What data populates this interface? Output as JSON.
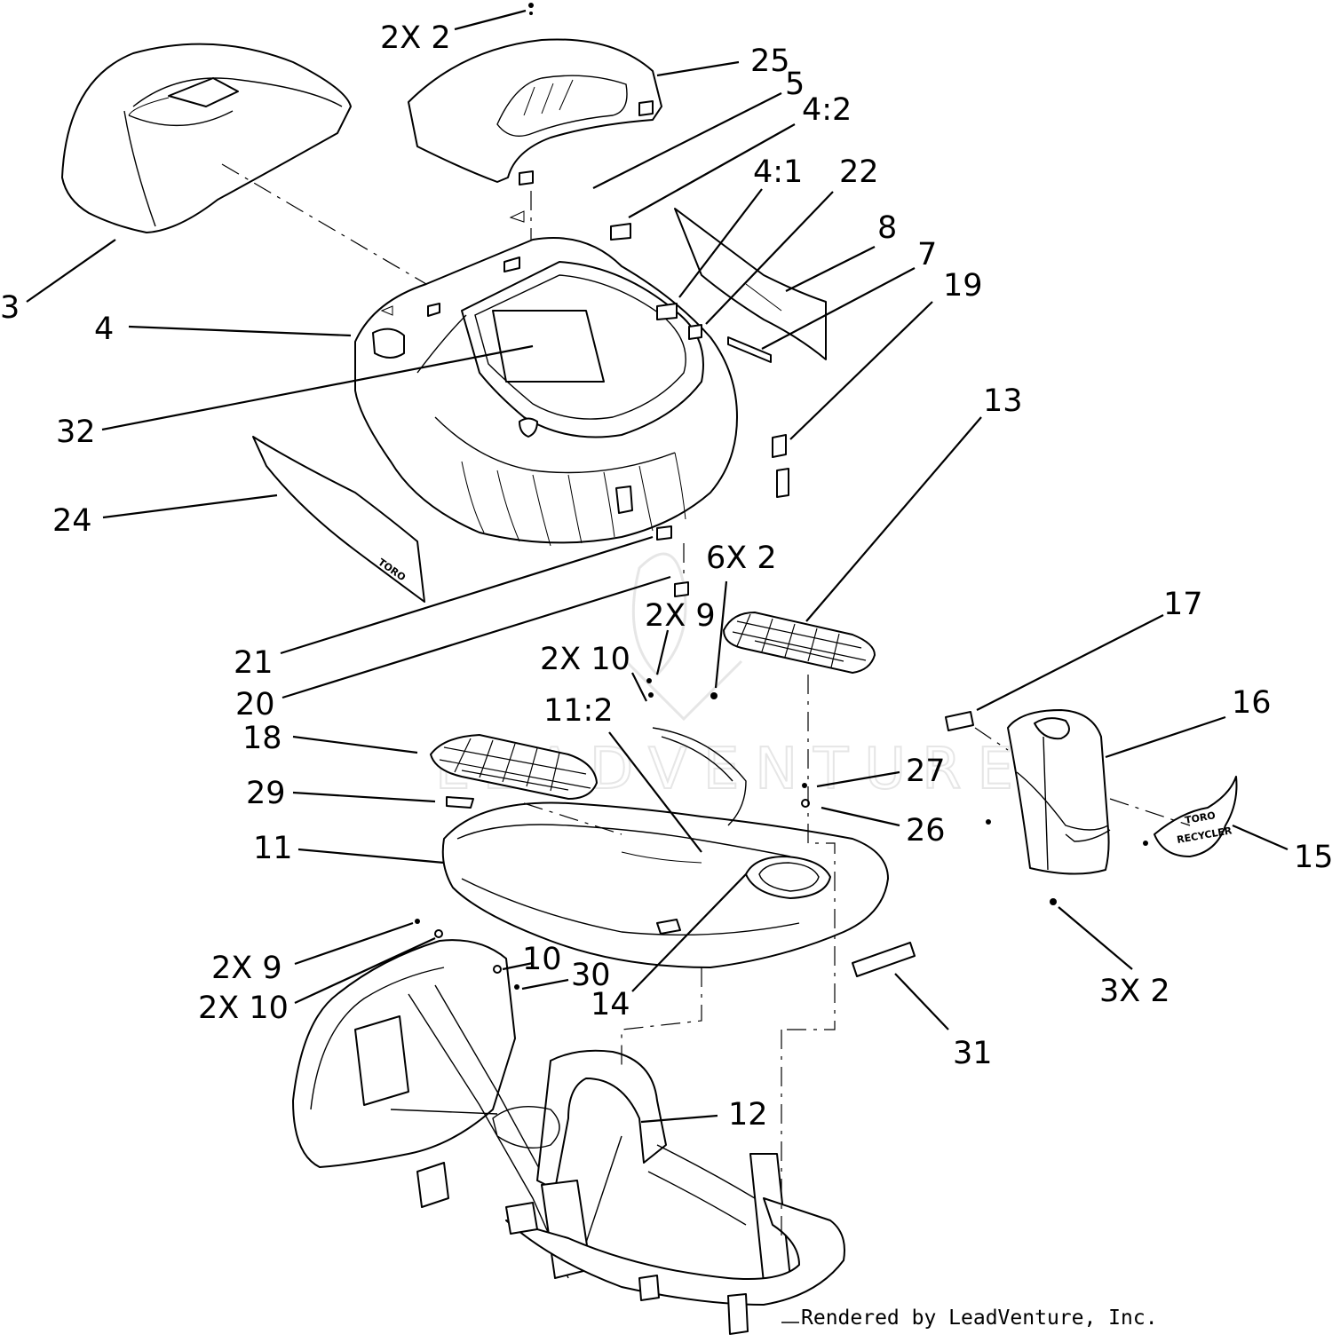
{
  "callouts": [
    {
      "id": "c-2x2-top",
      "label": "2X 2"
    },
    {
      "id": "c-25",
      "label": "25"
    },
    {
      "id": "c-5",
      "label": "5"
    },
    {
      "id": "c-4-2",
      "label": "4:2"
    },
    {
      "id": "c-4-1",
      "label": "4:1"
    },
    {
      "id": "c-22",
      "label": "22"
    },
    {
      "id": "c-8",
      "label": "8"
    },
    {
      "id": "c-7",
      "label": "7"
    },
    {
      "id": "c-19",
      "label": "19"
    },
    {
      "id": "c-3",
      "label": "3"
    },
    {
      "id": "c-4",
      "label": "4"
    },
    {
      "id": "c-32",
      "label": "32"
    },
    {
      "id": "c-13",
      "label": "13"
    },
    {
      "id": "c-24",
      "label": "24"
    },
    {
      "id": "c-6x2",
      "label": "6X 2"
    },
    {
      "id": "c-2x9-mid",
      "label": "2X 9"
    },
    {
      "id": "c-2x10-mid",
      "label": "2X 10"
    },
    {
      "id": "c-17",
      "label": "17"
    },
    {
      "id": "c-21",
      "label": "21"
    },
    {
      "id": "c-20",
      "label": "20"
    },
    {
      "id": "c-16",
      "label": "16"
    },
    {
      "id": "c-11-2",
      "label": "11:2"
    },
    {
      "id": "c-18",
      "label": "18"
    },
    {
      "id": "c-27",
      "label": "27"
    },
    {
      "id": "c-29",
      "label": "29"
    },
    {
      "id": "c-26",
      "label": "26"
    },
    {
      "id": "c-15",
      "label": "15"
    },
    {
      "id": "c-11",
      "label": "11"
    },
    {
      "id": "c-2x9-low",
      "label": "2X 9"
    },
    {
      "id": "c-10",
      "label": "10"
    },
    {
      "id": "c-30",
      "label": "30"
    },
    {
      "id": "c-2x10-low",
      "label": "2X 10"
    },
    {
      "id": "c-14",
      "label": "14"
    },
    {
      "id": "c-3x2",
      "label": "3X 2"
    },
    {
      "id": "c-31",
      "label": "31"
    },
    {
      "id": "c-12",
      "label": "12"
    }
  ],
  "decals": {
    "toro": "TORO",
    "recycler": "RECYCLER"
  },
  "watermark": "LEADVENTURE",
  "footer": "Rendered by LeadVenture, Inc."
}
